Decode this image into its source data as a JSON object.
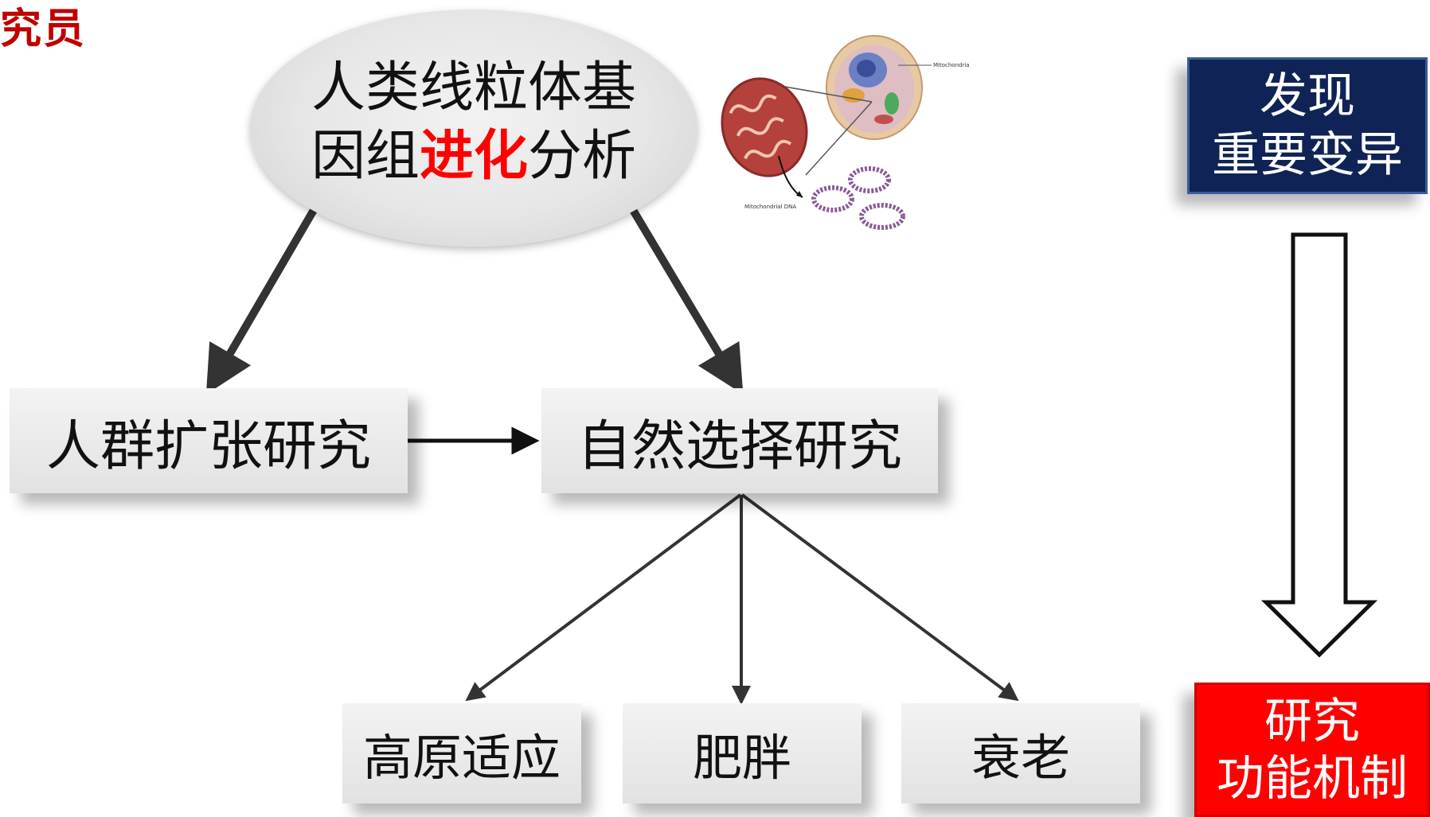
{
  "corner_text": "究员",
  "top_ellipse": {
    "line1": "人类线粒体基",
    "line2_pre": "因组",
    "line2_highlight": "进化",
    "line2_post": "分析"
  },
  "illustration": {
    "label_mitochondria": "Mitochondria",
    "label_mtdna": "Mitochondrial DNA"
  },
  "boxes": {
    "population": "人群扩张研究",
    "natural_selection": "自然选择研究",
    "high_altitude": "高原适应",
    "obesity": "肥胖",
    "aging": "衰老"
  },
  "right_panel": {
    "discover_line1": "发现",
    "discover_line2": "重要变异",
    "study_line1": "研究",
    "study_line2": "功能机制"
  },
  "colors": {
    "highlight_red": "#ff0000",
    "corner_red": "#c00000",
    "navy": "#0f2357",
    "box_gray": "#e6e6e6"
  }
}
